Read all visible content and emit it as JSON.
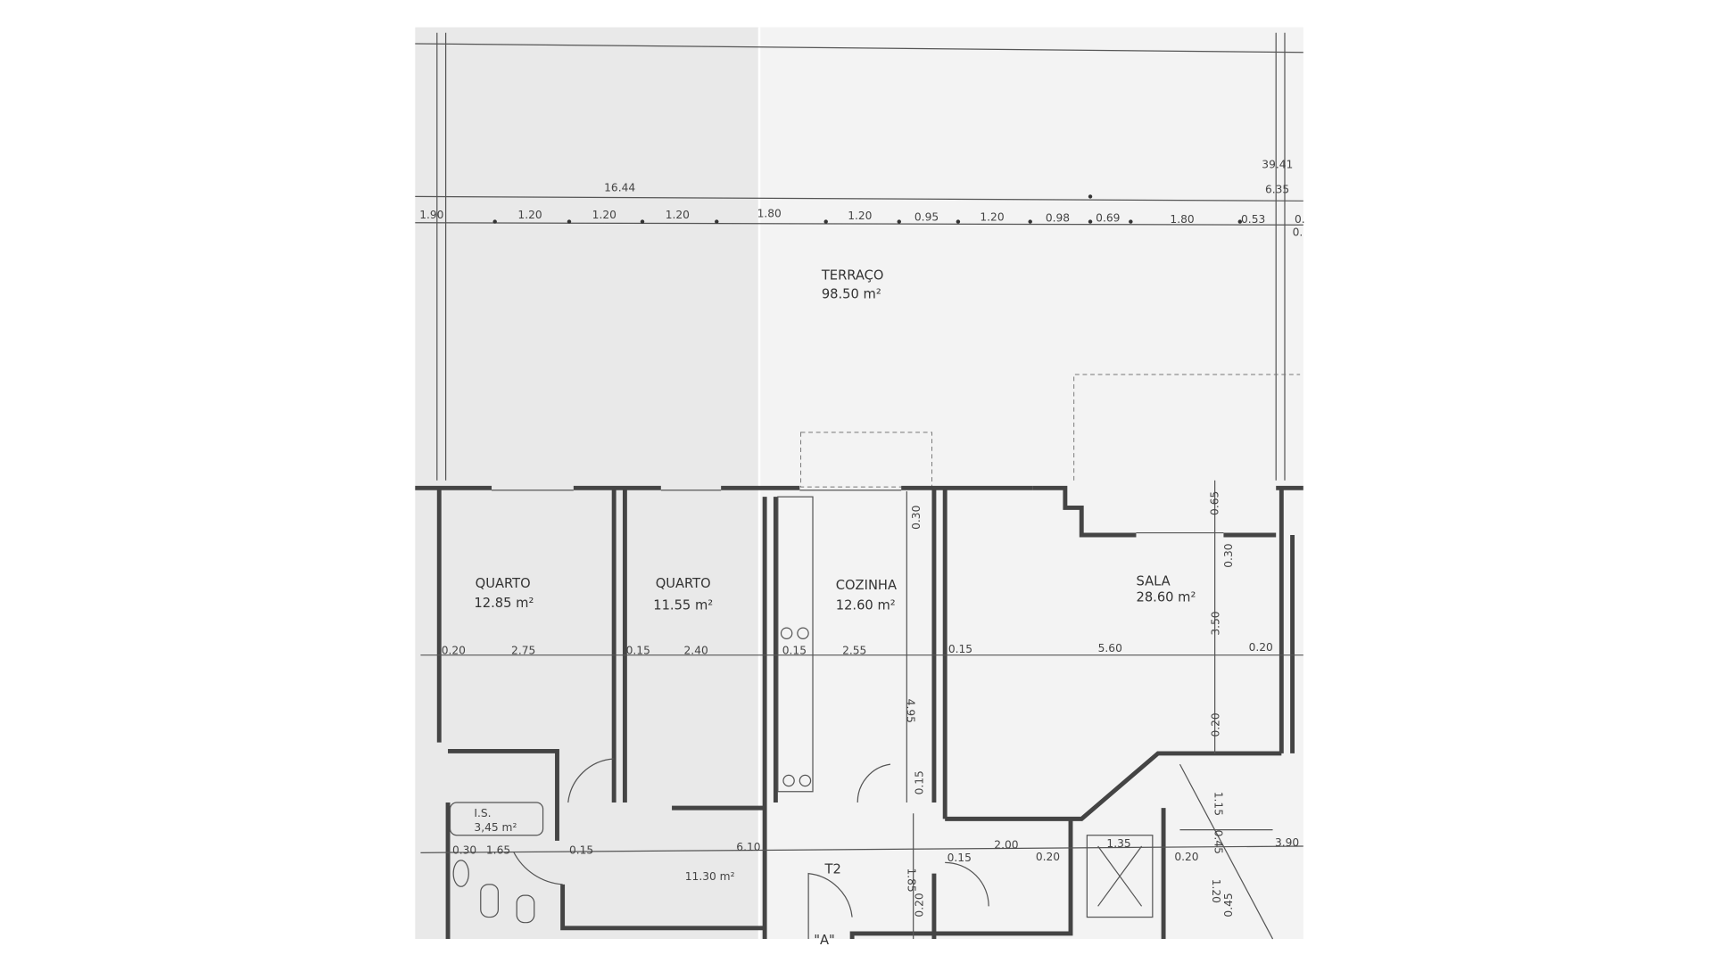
{
  "plan": {
    "rooms": {
      "terraco": {
        "name": "TERRAÇO",
        "area": "98.50 m²"
      },
      "quarto1": {
        "name": "QUARTO",
        "area": "12.85 m²"
      },
      "quarto2": {
        "name": "QUARTO",
        "area": "11.55 m²"
      },
      "cozinha": {
        "name": "COZINHA",
        "area": "12.60 m²"
      },
      "sala": {
        "name": "SALA",
        "area": "28.60 m²"
      },
      "is": {
        "name": "I.S.",
        "area": "3,45 m²"
      },
      "corridor": {
        "area": "11.30 m²"
      },
      "unit": {
        "name": "T2"
      },
      "block": {
        "name": "\"A\""
      }
    },
    "top_dims": {
      "total_right": "39.41",
      "total_left": "16.44",
      "sub_right": "6.35",
      "chain": [
        "1.90",
        "1.20",
        "1.20",
        "1.20",
        "1.80",
        "1.20",
        "0.95",
        "1.20",
        "0.98",
        "0.69",
        "1.80",
        "0.53",
        "0.",
        "0."
      ]
    },
    "room_dims": {
      "row": [
        "0.20",
        "2.75",
        "0.15",
        "2.40",
        "0.15",
        "2.55",
        "0.15",
        "5.60",
        "0.20"
      ],
      "vertical": [
        "0.30",
        "0.65",
        "0.30",
        "3.50",
        "0.20",
        "4.95",
        "0.15",
        "1.85",
        "0.20"
      ],
      "lower": [
        "0.30",
        "1.65",
        "0.15",
        "6.10",
        "2.00",
        "0.15",
        "0.20",
        "1.35",
        "0.20",
        "3.90",
        "1.15",
        "0.45",
        "1.20",
        "0.45"
      ]
    },
    "colors": {
      "paper": "#ececec",
      "paper_right": "#f4f4f4",
      "wall": "#444444"
    }
  }
}
